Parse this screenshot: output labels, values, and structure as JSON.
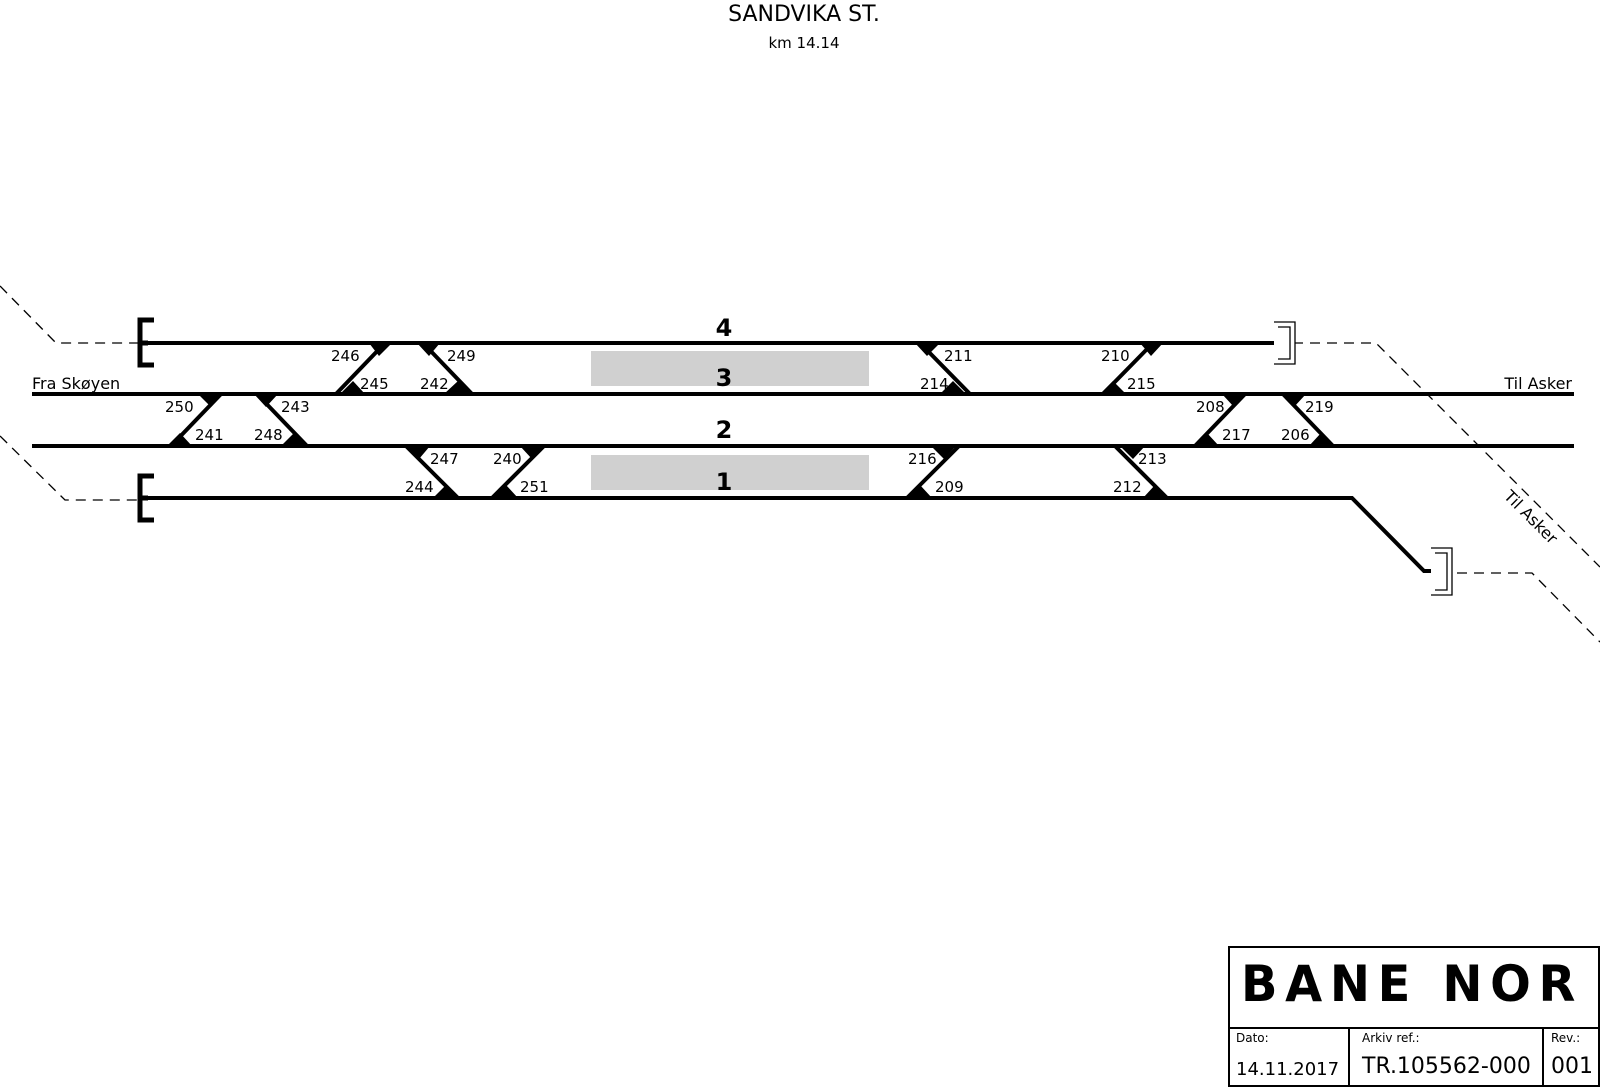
{
  "header": {
    "station": "SANDVIKA ST.",
    "km": "km 14.14"
  },
  "tracks": [
    "4",
    "3",
    "2",
    "1"
  ],
  "directions": {
    "left": "Fra Skøyen",
    "right": "Til Asker",
    "diagonal": "Til Asker"
  },
  "switches": [
    "246",
    "245",
    "249",
    "242",
    "211",
    "214",
    "210",
    "215",
    "250",
    "241",
    "243",
    "248",
    "208",
    "217",
    "219",
    "206",
    "247",
    "244",
    "240",
    "251",
    "216",
    "209",
    "213",
    "212"
  ],
  "title_block": {
    "logo": "BANE NOR",
    "date_label": "Dato:",
    "date": "14.11.2017",
    "archive_label": "Arkiv ref.:",
    "archive": "TR.105562-000",
    "rev_label": "Rev.:",
    "rev": "001"
  },
  "colors": {
    "line": "#000000",
    "platform": "#d0d0d0"
  }
}
